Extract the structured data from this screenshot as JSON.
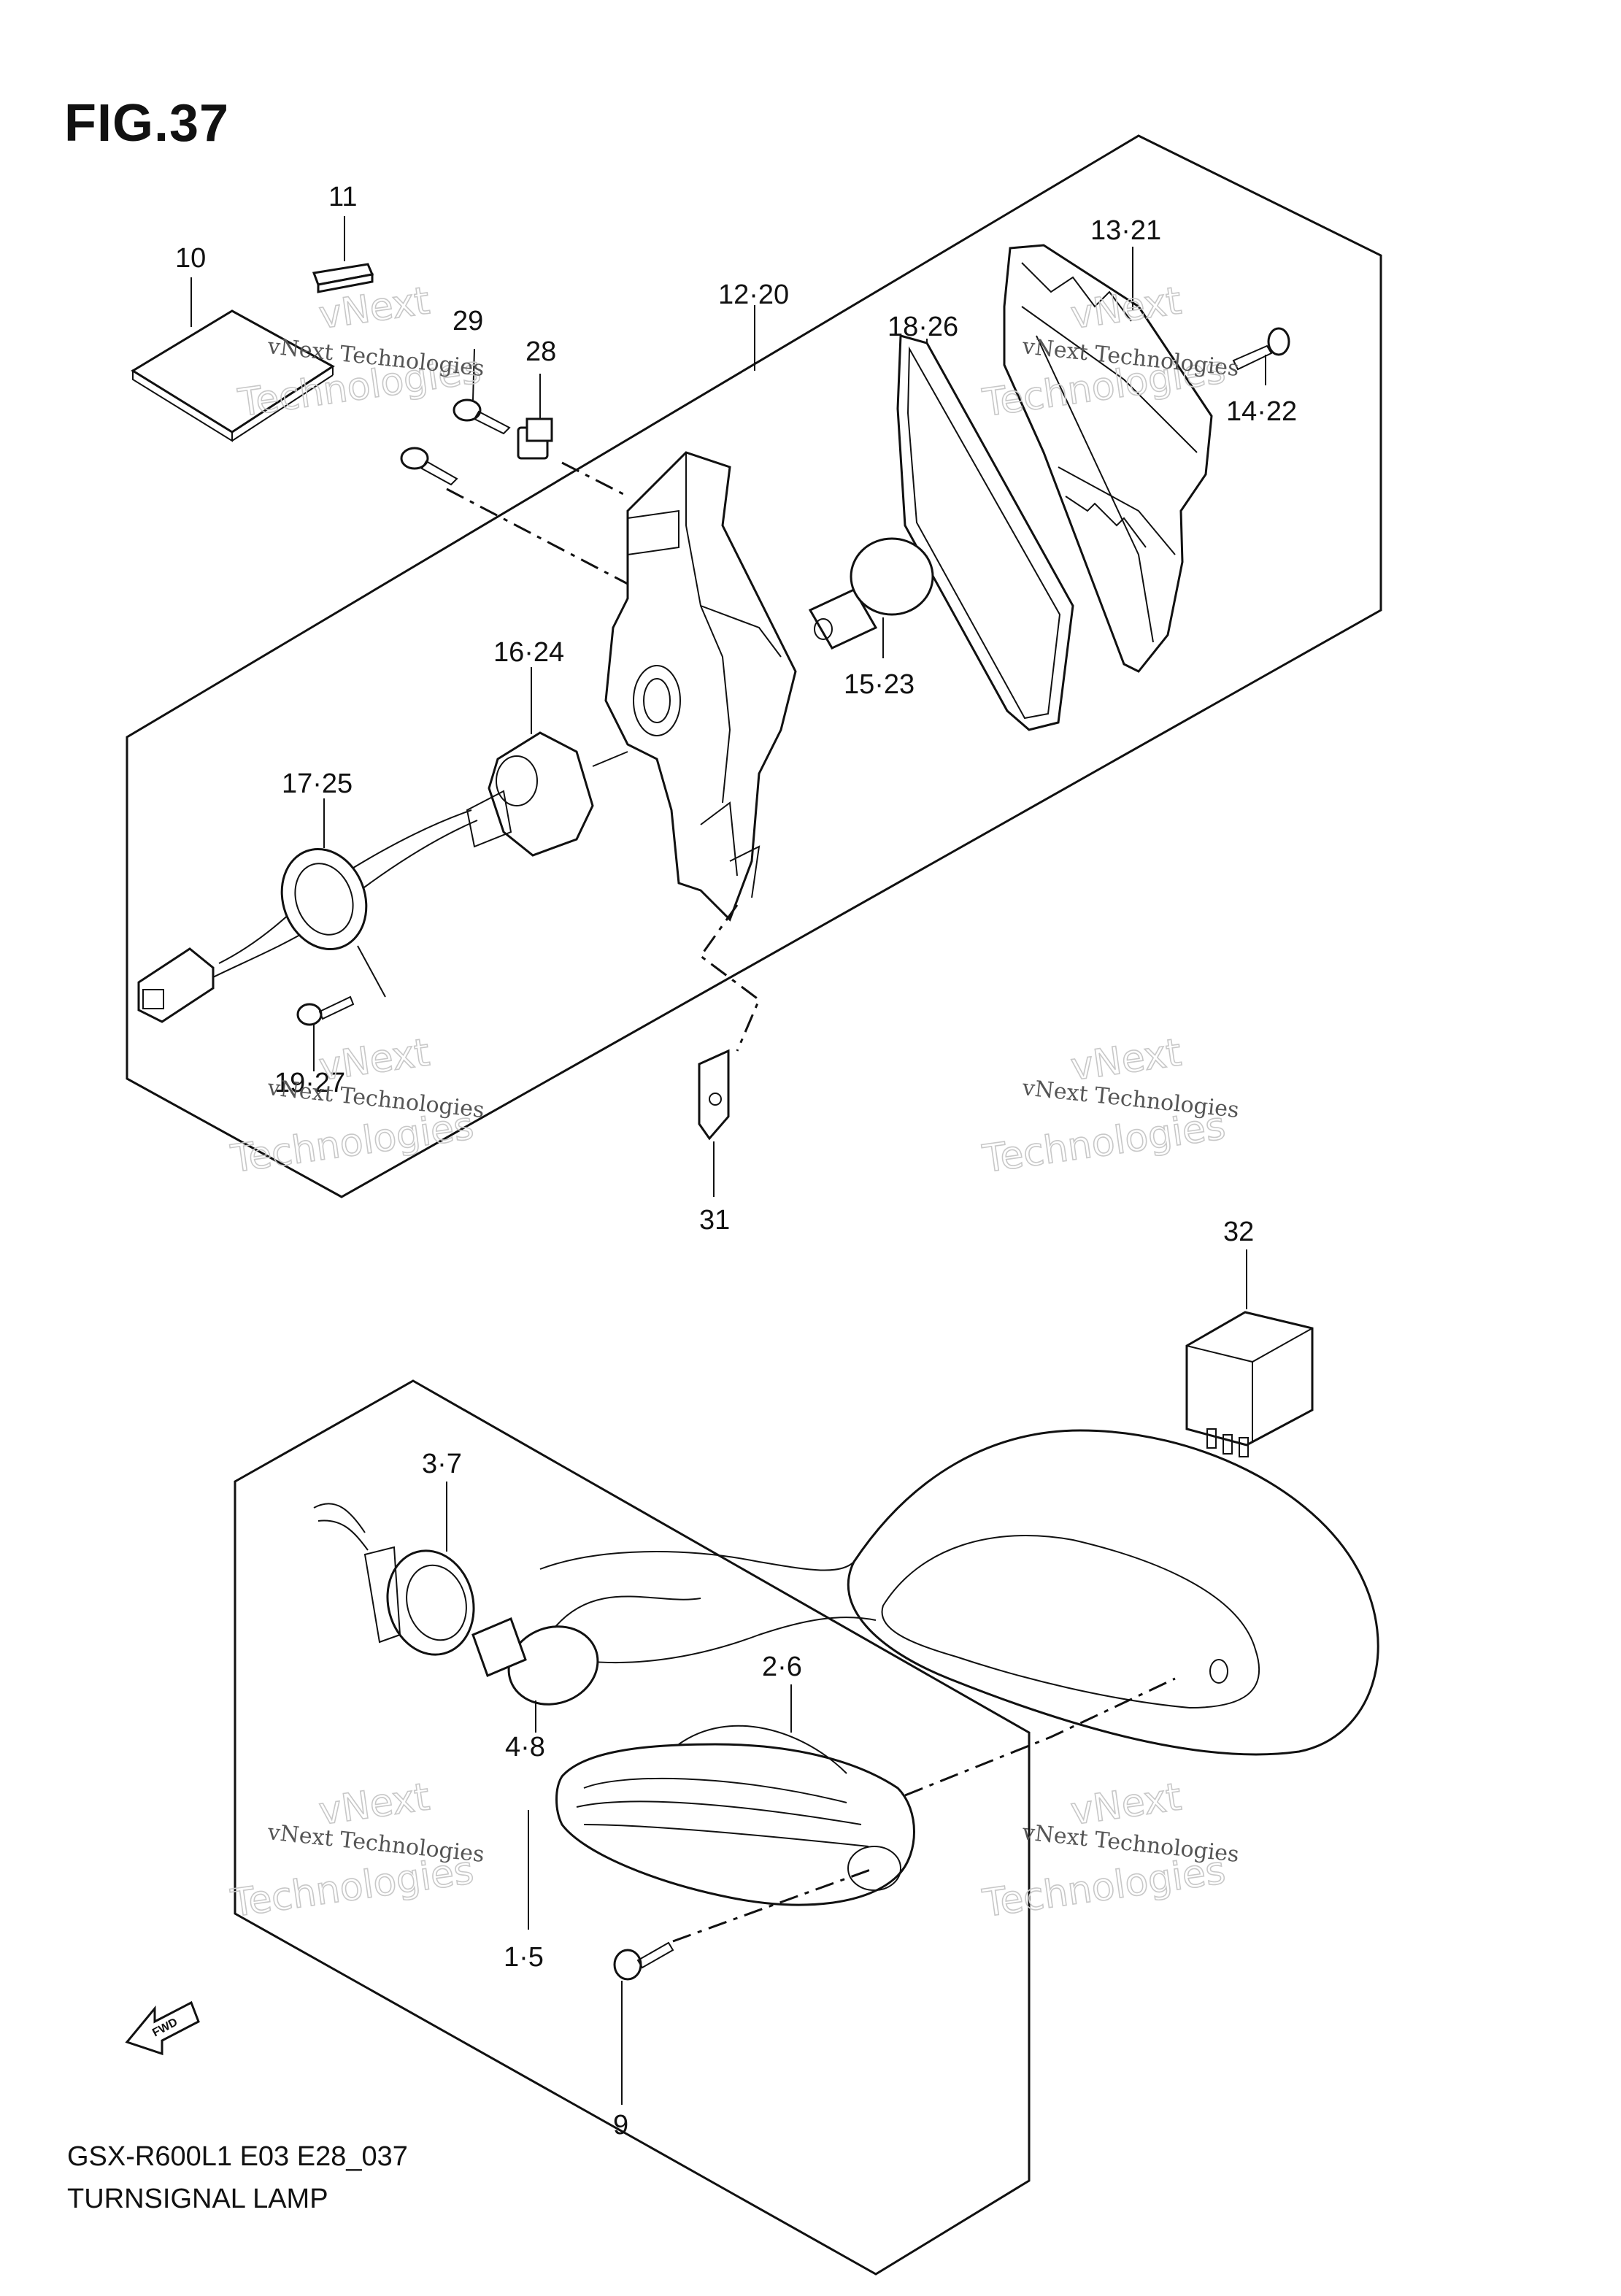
{
  "figure": {
    "title": "FIG.37",
    "code": "GSX-R600L1 E03 E28_037",
    "name": "TURNSIGNAL LAMP",
    "fwd_label": "FWD"
  },
  "callouts": {
    "p10": "10",
    "p11": "11",
    "p29": "29",
    "p28": "28",
    "p12_20": "12·20",
    "p18_26": "18·26",
    "p13_21": "13·21",
    "p14_22": "14·22",
    "p15_23": "15·23",
    "p16_24": "16·24",
    "p17_25": "17·25",
    "p19_27": "19·27",
    "p31": "31",
    "p32": "32",
    "p3_7": "3·7",
    "p2_6": "2·6",
    "p4_8": "4·8",
    "p1_5": "1·5",
    "p9": "9"
  },
  "watermark": {
    "line1": "vNext Technologies",
    "big1": "vNext",
    "big2": "Technologies"
  }
}
